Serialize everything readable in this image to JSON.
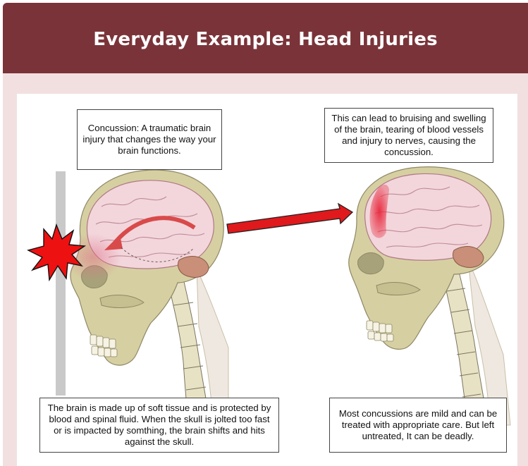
{
  "header": {
    "title": "Everyday Example: Head Injuries"
  },
  "figure": {
    "captions": {
      "concussion_definition": "Concussion: A traumatic brain injury that changes the way your brain functions.",
      "bruising_effects": "This can lead to bruising and swelling of the brain, tearing of blood vessels and injury to nerves, causing the concussion.",
      "brain_tissue": "The brain is made up of soft tissue and is protected by blood and spinal fluid. When the skull  is jolted too fast or is impacted by somthing, the brain shifts and hits against the skull.",
      "mild_concussions": "Most concussions are mild and can be treated with appropriate care. But left untreated, It can be deadly."
    },
    "colors": {
      "title_bar": "#7a3439",
      "background": "#f2e0e1",
      "impact_burst": "#ee1111",
      "arrow": "#e0191c",
      "skull": "#d6cfa2",
      "brain": "#f2d6dc",
      "bruise": "#e8283c"
    },
    "icons": [
      "impact-burst-icon",
      "direction-arrow-icon",
      "skull-illustration",
      "brain-illustration"
    ]
  }
}
